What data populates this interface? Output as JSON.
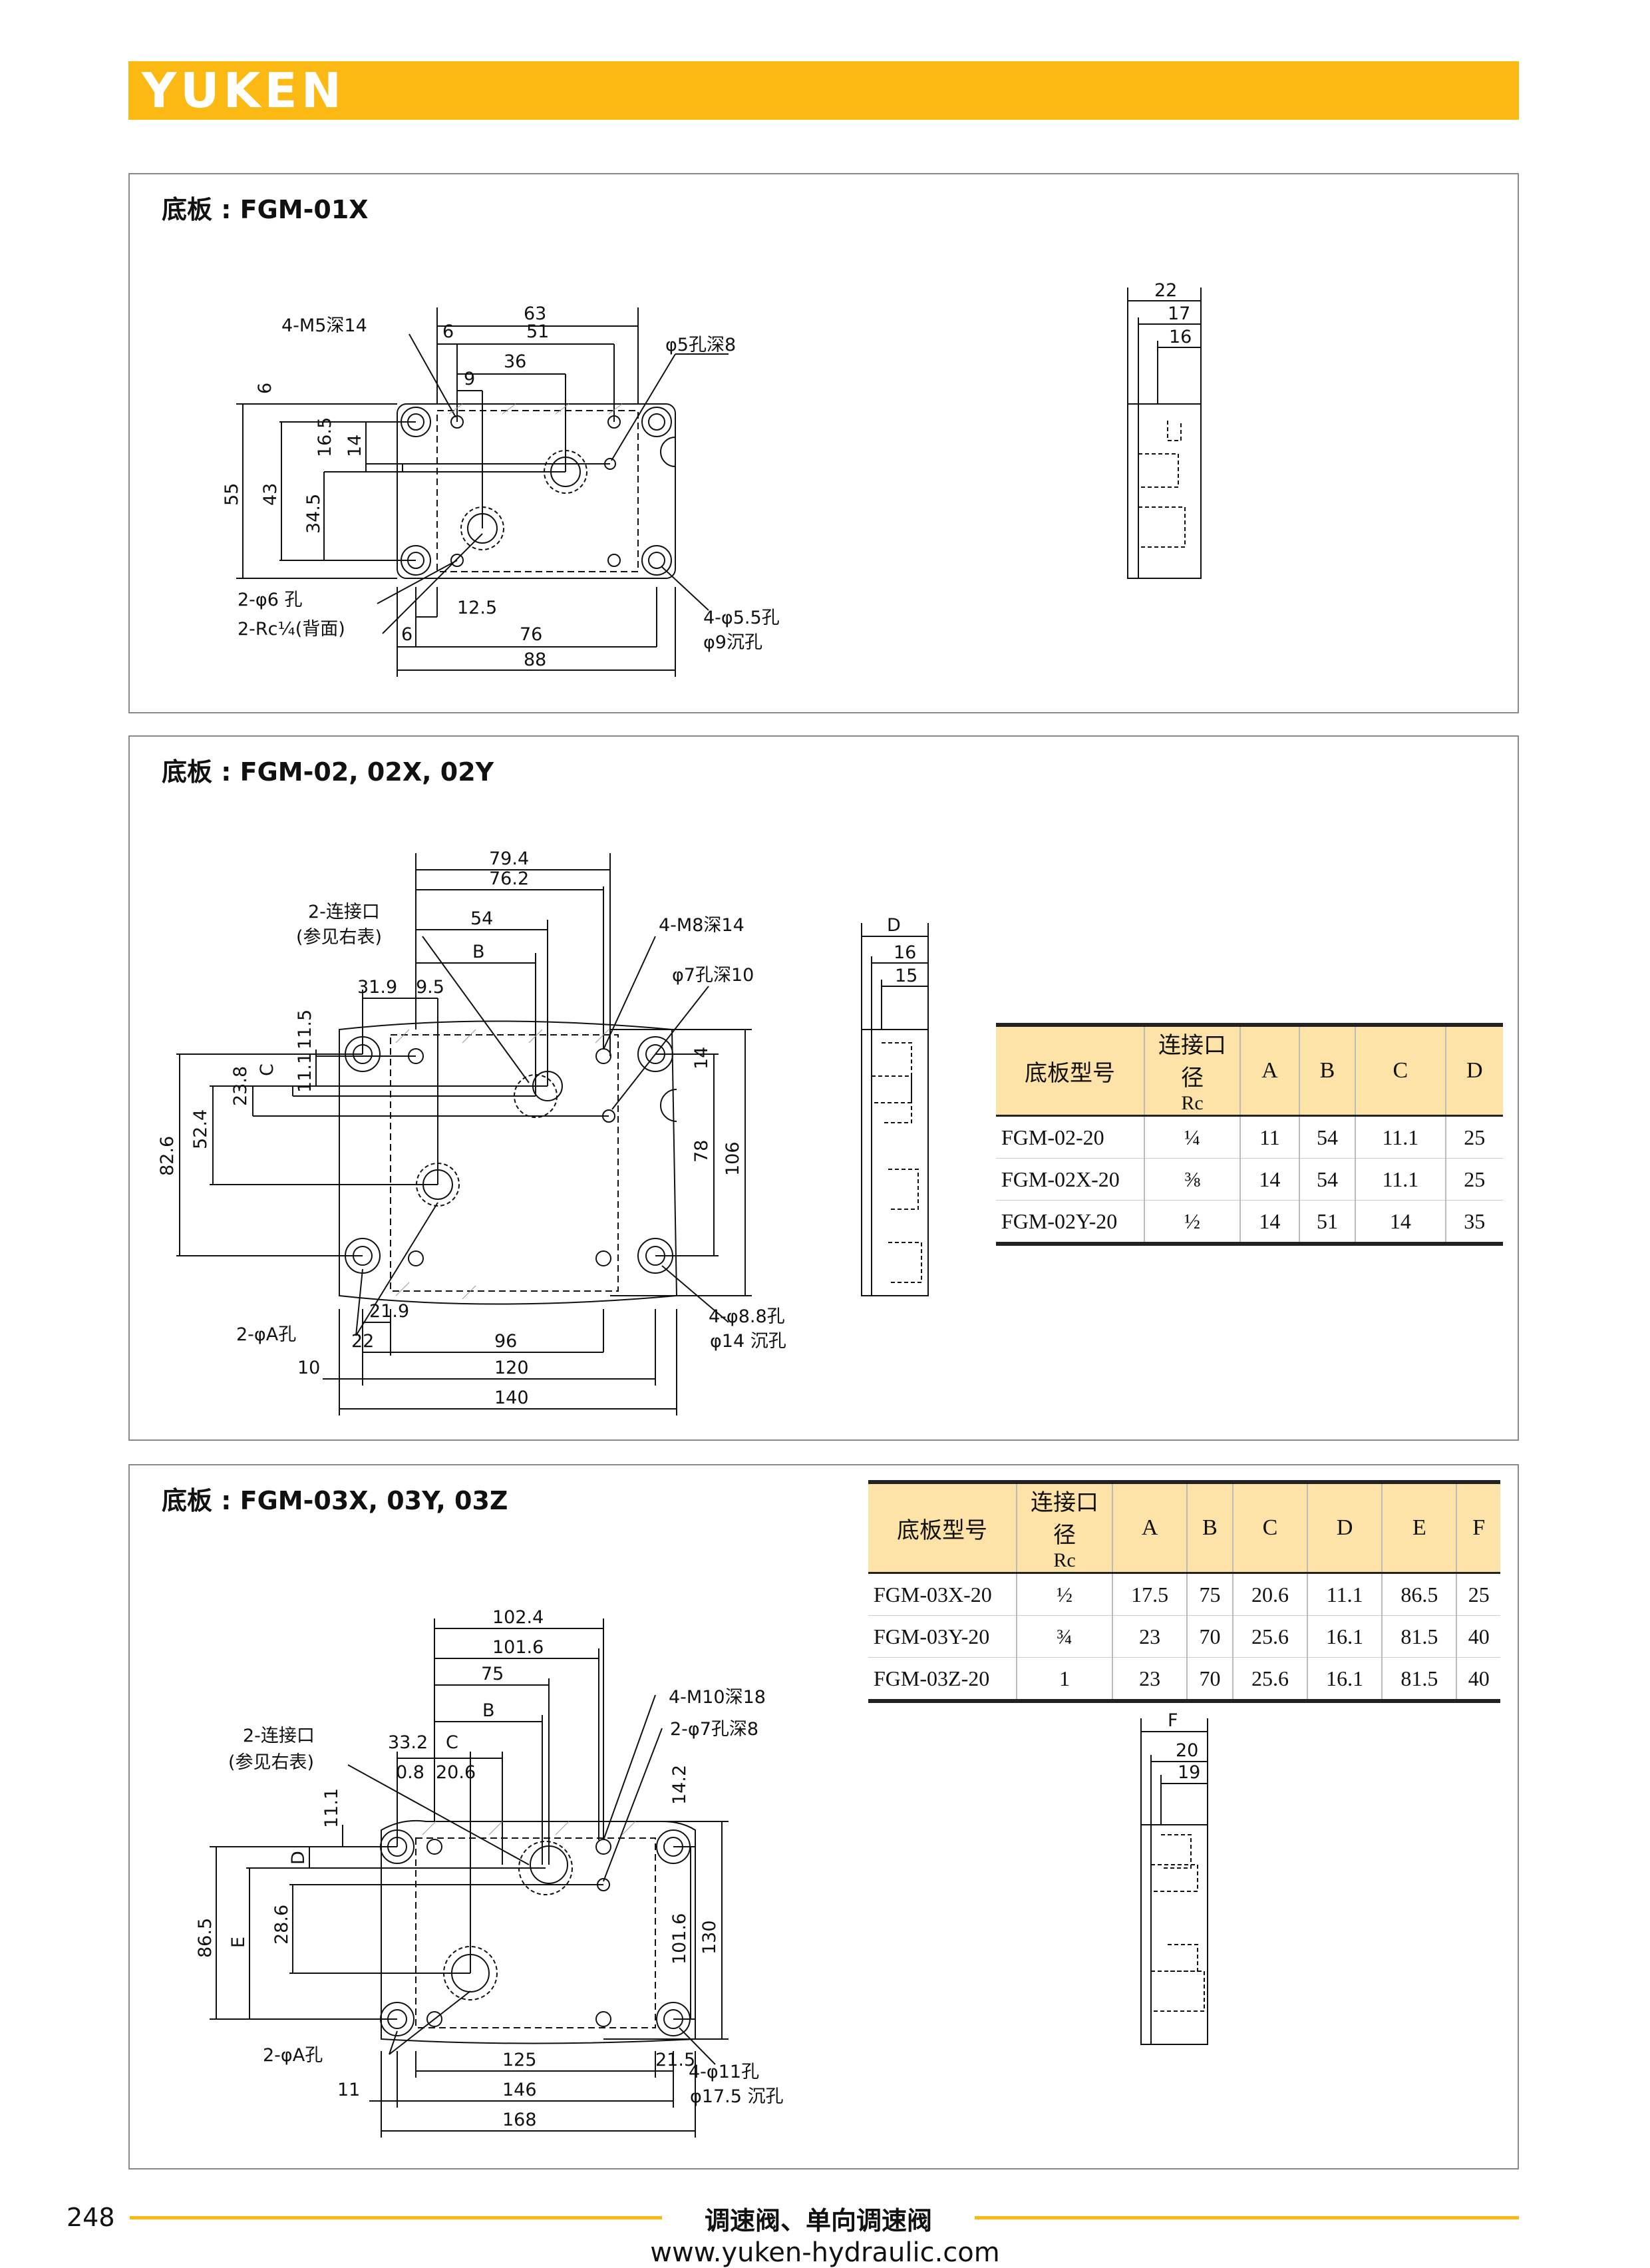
{
  "brand": {
    "logo_text": "YUKEN",
    "color": "#FDB913"
  },
  "sections": {
    "s1": {
      "title": "底板 : FGM-01X",
      "dims": {
        "d63": "63",
        "d6t": "6",
        "d51": "51",
        "d36": "36",
        "d9": "9",
        "d6l": "6",
        "d55": "55",
        "d43": "43",
        "d345": "34.5",
        "d165": "16.5",
        "d14": "14",
        "d125": "12.5",
        "d6b": "6",
        "d76": "76",
        "d88": "88",
        "s22": "22",
        "s17": "17",
        "s16": "16"
      },
      "callouts": {
        "m5": "4-M5深14",
        "hole5": "φ5孔深8",
        "hole6": "2-φ6 孔",
        "rc": "2-Rc¼(背面)",
        "hole55": "4-φ5.5孔",
        "cb9": "φ9沉孔"
      }
    },
    "s2": {
      "title": "底板 : FGM-02, 02X, 02Y",
      "dims": {
        "d794": "79.4",
        "d762": "76.2",
        "d54": "54",
        "dB": "B",
        "d319": "31.9",
        "d95": "9.5",
        "d115": "11.5",
        "d111": "11.1",
        "dC": "C",
        "d238": "23.8",
        "d524": "52.4",
        "d826": "82.6",
        "d14": "14",
        "d78": "78",
        "d106": "106",
        "d219": "21.9",
        "d22": "22",
        "d96": "96",
        "d10": "10",
        "d120": "120",
        "d140": "140",
        "sD": "D",
        "s16": "16",
        "s15": "15"
      },
      "callouts": {
        "port": "2-连接口",
        "see": "(参见右表)",
        "m8": "4-M8深14",
        "hole7": "φ7孔深10",
        "holeA": "2-φA孔",
        "hole88": "4-φ8.8孔",
        "cb14": "φ14 沉孔"
      },
      "table": {
        "headers": [
          "底板型号",
          "连接口径",
          "A",
          "B",
          "C",
          "D"
        ],
        "header_sub": "Rc",
        "rows": [
          [
            "FGM-02-20",
            "¼",
            "11",
            "54",
            "11.1",
            "25"
          ],
          [
            "FGM-02X-20",
            "⅜",
            "14",
            "54",
            "11.1",
            "25"
          ],
          [
            "FGM-02Y-20",
            "½",
            "14",
            "51",
            "14",
            "35"
          ]
        ]
      }
    },
    "s3": {
      "title": "底板 : FGM-03X, 03Y, 03Z",
      "dims": {
        "d1024": "102.4",
        "d1016": "101.6",
        "d75": "75",
        "dB": "B",
        "d332": "33.2",
        "dC": "C",
        "d08": "0.8",
        "d206": "20.6",
        "d111": "11.1",
        "dD": "D",
        "d286": "28.6",
        "dE": "E",
        "d865": "86.5",
        "d142": "14.2",
        "d1016v": "101.6",
        "d130": "130",
        "d125": "125",
        "d215": "21.5",
        "d11": "11",
        "d146": "146",
        "d168": "168",
        "sF": "F",
        "s20": "20",
        "s19": "19"
      },
      "callouts": {
        "port": "2-连接口",
        "see": "(参见右表)",
        "m10": "4-M10深18",
        "hole7": "2-φ7孔深8",
        "holeA": "2-φA孔",
        "hole11": "4-φ11孔",
        "cb175": "φ17.5 沉孔"
      },
      "table": {
        "headers": [
          "底板型号",
          "连接口径",
          "A",
          "B",
          "C",
          "D",
          "E",
          "F"
        ],
        "header_sub": "Rc",
        "rows": [
          [
            "FGM-03X-20",
            "½",
            "17.5",
            "75",
            "20.6",
            "11.1",
            "86.5",
            "25"
          ],
          [
            "FGM-03Y-20",
            "¾",
            "23",
            "70",
            "25.6",
            "16.1",
            "81.5",
            "40"
          ],
          [
            "FGM-03Z-20",
            "1",
            "23",
            "70",
            "25.6",
            "16.1",
            "81.5",
            "40"
          ]
        ]
      }
    }
  },
  "footer": {
    "page": "248",
    "title": "调速阀、单向调速阀",
    "url": "www.yuken-hydraulic.com"
  }
}
